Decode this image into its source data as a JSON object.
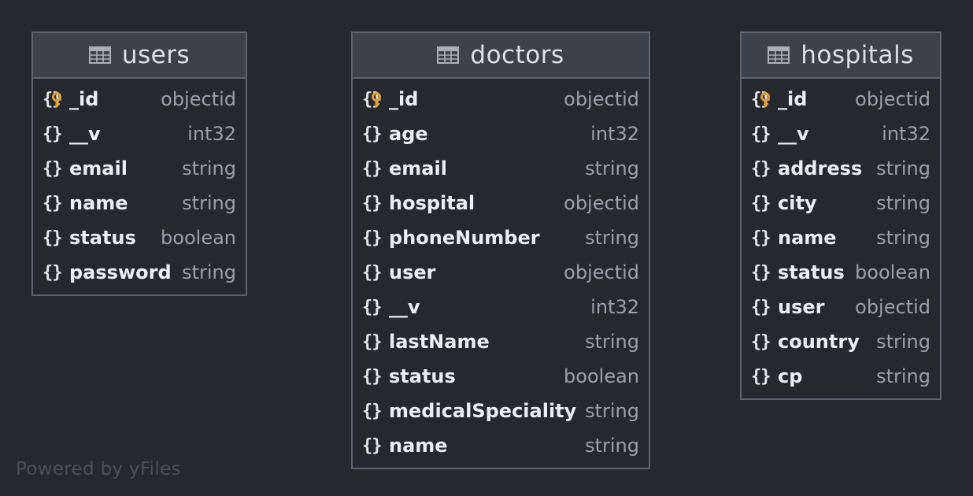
{
  "tables": [
    {
      "name": "users",
      "fields": [
        {
          "name": "_id",
          "type": "objectid",
          "icon": "primary-key-icon"
        },
        {
          "name": "__v",
          "type": "int32",
          "icon": "field-icon"
        },
        {
          "name": "email",
          "type": "string",
          "icon": "field-icon"
        },
        {
          "name": "name",
          "type": "string",
          "icon": "field-icon"
        },
        {
          "name": "status",
          "type": "boolean",
          "icon": "field-icon"
        },
        {
          "name": "password",
          "type": "string",
          "icon": "field-icon"
        }
      ]
    },
    {
      "name": "doctors",
      "fields": [
        {
          "name": "_id",
          "type": "objectid",
          "icon": "primary-key-icon"
        },
        {
          "name": "age",
          "type": "int32",
          "icon": "field-icon"
        },
        {
          "name": "email",
          "type": "string",
          "icon": "field-icon"
        },
        {
          "name": "hospital",
          "type": "objectid",
          "icon": "field-icon"
        },
        {
          "name": "phoneNumber",
          "type": "string",
          "icon": "field-icon"
        },
        {
          "name": "user",
          "type": "objectid",
          "icon": "field-icon"
        },
        {
          "name": "__v",
          "type": "int32",
          "icon": "field-icon"
        },
        {
          "name": "lastName",
          "type": "string",
          "icon": "field-icon"
        },
        {
          "name": "status",
          "type": "boolean",
          "icon": "field-icon"
        },
        {
          "name": "medicalSpeciality",
          "type": "string",
          "icon": "field-icon"
        },
        {
          "name": "name",
          "type": "string",
          "icon": "field-icon"
        }
      ]
    },
    {
      "name": "hospitals",
      "fields": [
        {
          "name": "_id",
          "type": "objectid",
          "icon": "primary-key-icon"
        },
        {
          "name": "__v",
          "type": "int32",
          "icon": "field-icon"
        },
        {
          "name": "address",
          "type": "string",
          "icon": "field-icon"
        },
        {
          "name": "city",
          "type": "string",
          "icon": "field-icon"
        },
        {
          "name": "name",
          "type": "string",
          "icon": "field-icon"
        },
        {
          "name": "status",
          "type": "boolean",
          "icon": "field-icon"
        },
        {
          "name": "user",
          "type": "objectid",
          "icon": "field-icon"
        },
        {
          "name": "country",
          "type": "string",
          "icon": "field-icon"
        },
        {
          "name": "cp",
          "type": "string",
          "icon": "field-icon"
        }
      ]
    }
  ],
  "watermark": "Powered by yFiles",
  "colors": {
    "background": "#25292e",
    "header": "#3b424b",
    "border": "#5d6470",
    "key": "#e0a02a"
  }
}
